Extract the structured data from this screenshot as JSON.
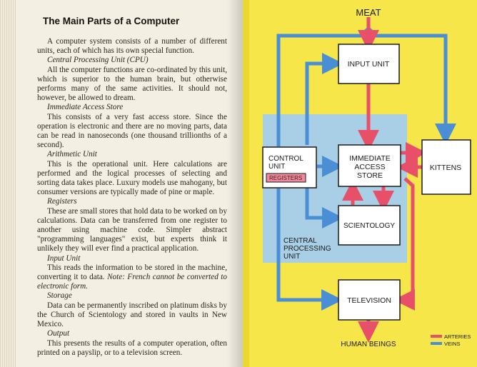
{
  "left_page": {
    "title": "The Main Parts of a Computer",
    "intro": "A computer system consists of a number of different units, each of which has its own special function.",
    "sections": [
      {
        "heading": "Central Processing Unit (CPU)",
        "body": "All the computer functions are co-ordinated by this unit, which is superior to the human brain, but otherwise performs many of the same activities. It should not, however, be allowed to dream."
      },
      {
        "heading": "Immediate Access Store",
        "body": "This consists of a very fast access store. Since the operation is electronic and there are no moving parts, data can be read in nanoseconds (one thousand trillionths of a second)."
      },
      {
        "heading": "Arithmetic Unit",
        "body": "This is the operational unit. Here calculations are performed and the logical processes of selecting and sorting data takes place. Luxury models use mahogany, but consumer versions are typically made of pine or maple."
      },
      {
        "heading": "Registers",
        "body": "These are small stores that hold data to be worked on by calculations. Data can be transferred from one register to another using machine code. Simpler abstract \"programming languages\" exist, but experts think it unlikely they will ever find a practical application."
      },
      {
        "heading": "Input Unit",
        "body": "This reads the information to be stored in the machine, converting it to data.",
        "note": "Note: French cannot be converted to electronic form."
      },
      {
        "heading": "Storage",
        "body": "Data can be permanently inscribed on platinum disks by the Church of Scientology and stored in vaults in New Mexico."
      },
      {
        "heading": "Output",
        "body": "This presents the results of a computer operation, often printed on a payslip, or to a television screen."
      }
    ]
  },
  "diagram": {
    "meat": "MEAT",
    "input_unit": "INPUT UNIT",
    "control_unit": [
      "CONTROL",
      "UNIT"
    ],
    "registers": "REGISTERS",
    "immediate_access_store": [
      "IMMEDIATE",
      "ACCESS",
      "STORE"
    ],
    "kittens": "KITTENS",
    "scientology": "SCIENTOLOGY",
    "cpu_label": [
      "CENTRAL",
      "PROCESSING",
      "UNIT"
    ],
    "television": "TELEVISION",
    "human_beings": "HUMAN BEINGS",
    "legend": {
      "arteries": "ARTERIES",
      "veins": "VEINS"
    },
    "colors": {
      "artery": "#e8506a",
      "vein": "#4a8fd6",
      "cpu_region": "#a9cfe6",
      "page": "#f6e64a",
      "registers_fill": "#f08a9c"
    }
  }
}
